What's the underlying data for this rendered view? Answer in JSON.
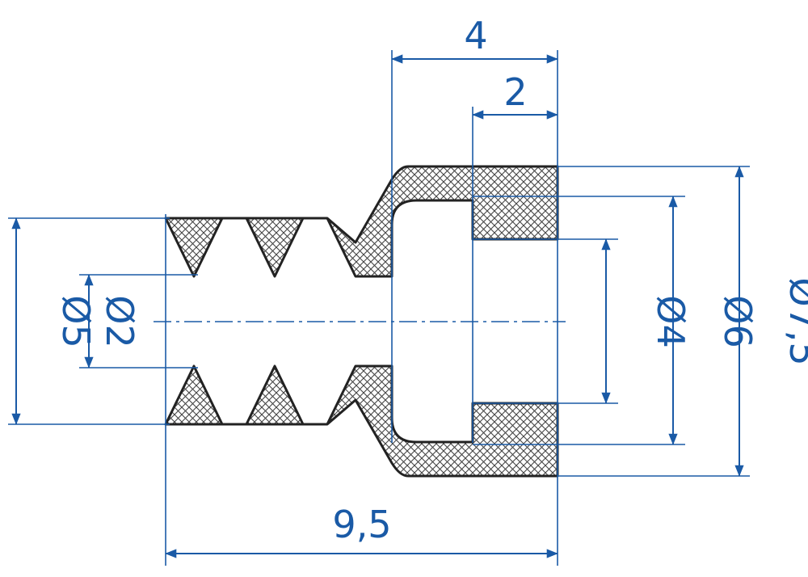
{
  "colors": {
    "dimension": "#1a5aa6",
    "outline": "#222222",
    "hatch": "#444444",
    "background": "#ffffff"
  },
  "dimensions": {
    "overall_length": "9,5",
    "cup_length": "4",
    "bore_depth": "2",
    "dia_bellows": "Ø5",
    "dia_hole": "Ø2",
    "dia_bore": "Ø4",
    "dia_inner_cup": "Ø6",
    "dia_outer": "Ø7,5"
  }
}
